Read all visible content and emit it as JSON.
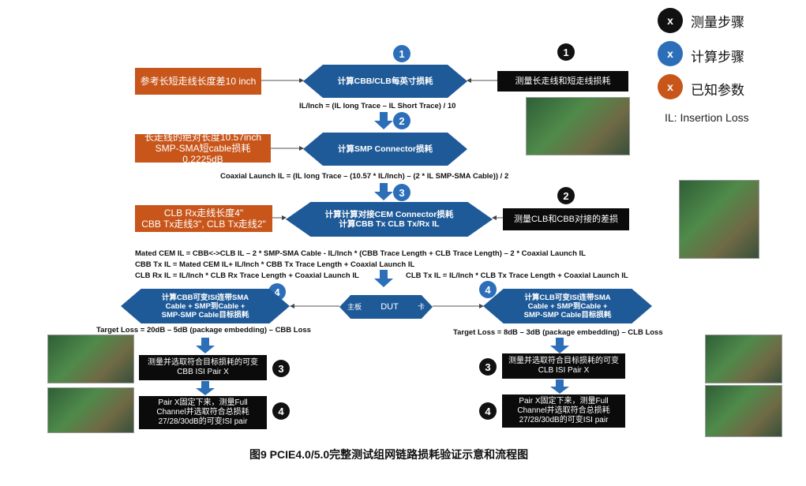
{
  "legend": {
    "measure": {
      "marker": "x",
      "label": "测量步骤",
      "color": "#111111"
    },
    "calc": {
      "marker": "x",
      "label": "计算步骤",
      "color": "#2c6fb8"
    },
    "known": {
      "marker": "x",
      "label": "已知参数",
      "color": "#c8561b"
    },
    "il_note": "IL: Insertion Loss"
  },
  "steps": {
    "s1_num": "1",
    "s1_known": "参考长短走线长度差10 inch",
    "s1_calc": "计算CBB/CLB每英寸损耗",
    "s1_measure_num": "1",
    "s1_measure": "测量长走线和短走线损耗",
    "s1_formula": "IL/Inch = (IL long Trace – IL Short Trace) / 10",
    "s2_num": "2",
    "s2_known": "长走线的绝对长度10.57inch\nSMP-SMA短cable损耗0.2225dB",
    "s2_calc": "计算SMP Connector损耗",
    "s2_formula": "Coaxial Launch IL = (IL long Trace – (10.57 * IL/Inch) – (2 * IL SMP-SMA Cable)) / 2",
    "s3_num": "3",
    "s3_known": "CLB Rx走线长度4\"\nCBB Tx走线3\", CLB Tx走线2\"",
    "s3_calc": "计算计算对接CEM Connector损耗\n计算CBB Tx CLB Tx/Rx IL",
    "s3_measure_num": "2",
    "s3_measure": "测量CLB和CBB对接的差损",
    "s3_formula1": "Mated CEM IL = CBB<->CLB IL – 2 * SMP-SMA Cable - IL/Inch * (CBB Trace Length + CLB Trace Length) – 2 * Coaxial Launch IL",
    "s3_formula2": "CBB Tx IL = Mated CEM IL+ IL/Inch * CBB Tx Trace Length + Coaxial Launch IL",
    "s3_formula3": "CLB Rx IL = IL/Inch * CLB Rx Trace Length + Coaxial Launch IL",
    "s3_formula4": "CLB Tx IL = IL/Inch * CLB Tx Trace Length + Coaxial Launch IL"
  },
  "dut": {
    "left": "主板",
    "center": "DUT",
    "right": "卡"
  },
  "left_branch": {
    "num4": "4",
    "calc": "计算CBB可变ISI连带SMA\nCable + SMP到Cable +\nSMP-SMP Cable目标损耗",
    "target": "Target Loss = 20dB – 5dB (package embedding) – CBB Loss",
    "m3_num": "3",
    "m3": "测量并选取符合目标损耗的可变\nCBB ISI Pair X",
    "m4_num": "4",
    "m4": "Pair X固定下来，测量Full\nChannel并选取符合总损耗\n27/28/30dB的可变ISI pair"
  },
  "right_branch": {
    "num4": "4",
    "calc": "计算CLB可变ISI连带SMA\nCable + SMP到Cable +\nSMP-SMP Cable目标损耗",
    "target": "Target Loss = 8dB – 3dB (package embedding) – CLB Loss",
    "m3_num": "3",
    "m3": "测量并选取符合目标损耗的可变\nCLB ISI Pair X",
    "m4_num": "4",
    "m4": "Pair X固定下来，测量Full\nChannel并选取符合总损耗\n27/28/30dB的可变ISI pair"
  },
  "caption": "图9 PCIE4.0/5.0完整测试组网链路损耗验证示意和流程图",
  "colors": {
    "blue": "#1f5a98",
    "orange": "#c8561b",
    "black": "#0b0b0b"
  }
}
